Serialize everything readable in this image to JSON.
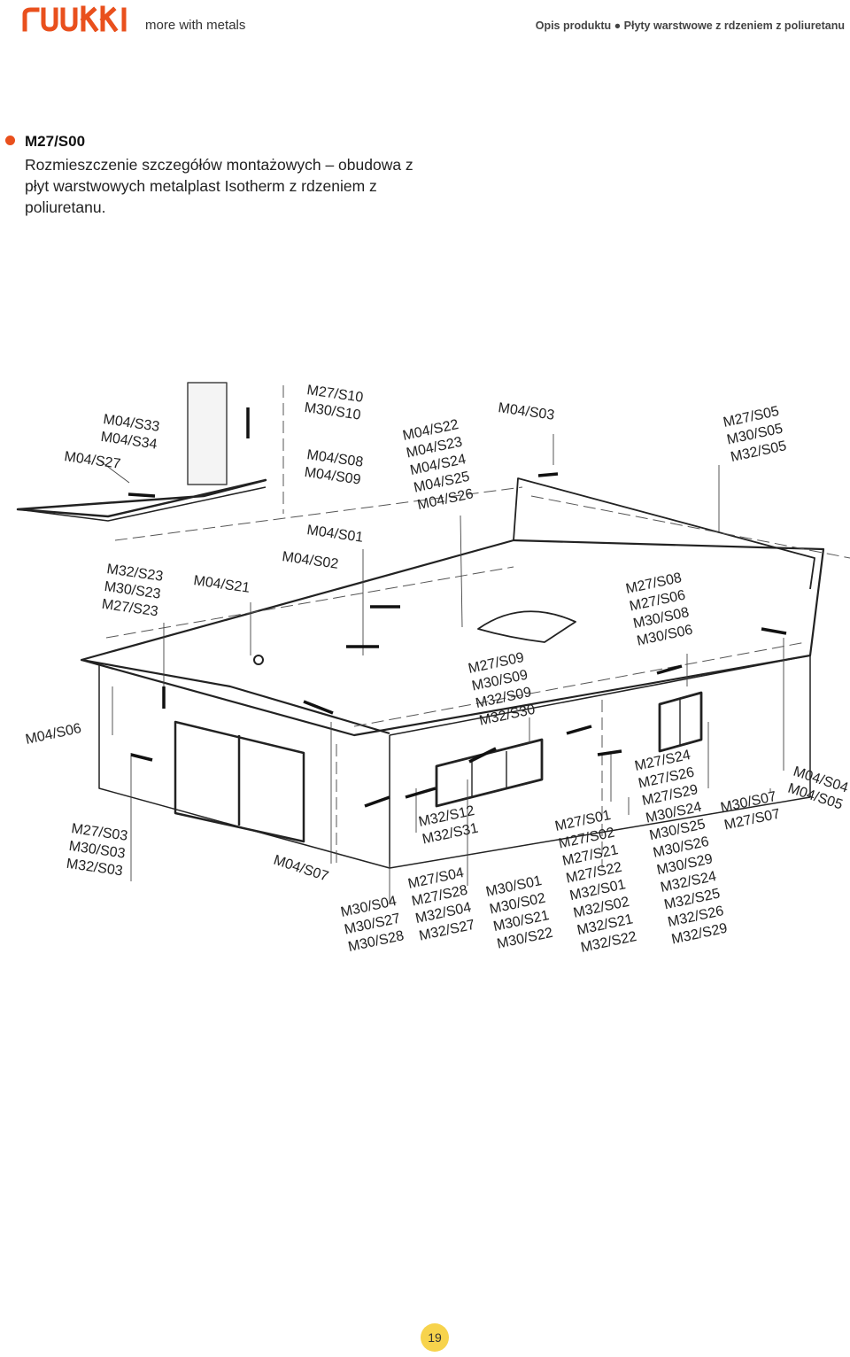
{
  "header": {
    "tagline": "more with metals",
    "breadcrumb": "Opis produktu ● Płyty warstwowe z rdzeniem z poliuretanu",
    "brand_color": "#e9501d"
  },
  "section": {
    "title": "M27/S00",
    "description": "Rozmieszczenie szczegółów montażowych – obudowa z płyt warstwowych metalplast Isotherm z rdzeniem z poliuretanu."
  },
  "labels": [
    [
      "M04/S33",
      "M04/S34"
    ],
    [
      "M04/S27"
    ],
    [
      "M27/S10",
      "M30/S10"
    ],
    [
      "M04/S08",
      "M04/S09"
    ],
    [
      "M04/S22",
      "M04/S23",
      "M04/S24",
      "M04/S25",
      "M04/S26"
    ],
    [
      "M04/S03"
    ],
    [
      "M27/S05",
      "M30/S05",
      "M32/S05"
    ],
    [
      "M04/S01"
    ],
    [
      "M04/S02"
    ],
    [
      "M32/S23",
      "M30/S23",
      "M27/S23"
    ],
    [
      "M04/S21"
    ],
    [
      "M27/S08",
      "M27/S06",
      "M30/S08",
      "M30/S06"
    ],
    [
      "M27/S09",
      "M30/S09",
      "M32/S09",
      "M32/S30"
    ],
    [
      "M04/S06"
    ],
    [
      "M27/S03",
      "M30/S03",
      "M32/S03"
    ],
    [
      "M04/S07"
    ],
    [
      "M32/S12",
      "M32/S31"
    ],
    [
      "M30/S04",
      "M30/S27",
      "M30/S28"
    ],
    [
      "M27/S04",
      "M27/S28",
      "M32/S04",
      "M32/S27"
    ],
    [
      "M30/S01",
      "M30/S02",
      "M30/S21",
      "M30/S22"
    ],
    [
      "M27/S01",
      "M27/S02",
      "M27/S21",
      "M27/S22",
      "M32/S01",
      "M32/S02",
      "M32/S21",
      "M32/S22"
    ],
    [
      "M27/S24",
      "M27/S26",
      "M27/S29",
      "M30/S24",
      "M30/S25",
      "M30/S26",
      "M30/S29",
      "M32/S24",
      "M32/S25",
      "M32/S26",
      "M32/S29"
    ],
    [
      "M30/S07",
      "M27/S07"
    ],
    [
      "M04/S04",
      "M04/S05"
    ]
  ],
  "page_number": "19"
}
